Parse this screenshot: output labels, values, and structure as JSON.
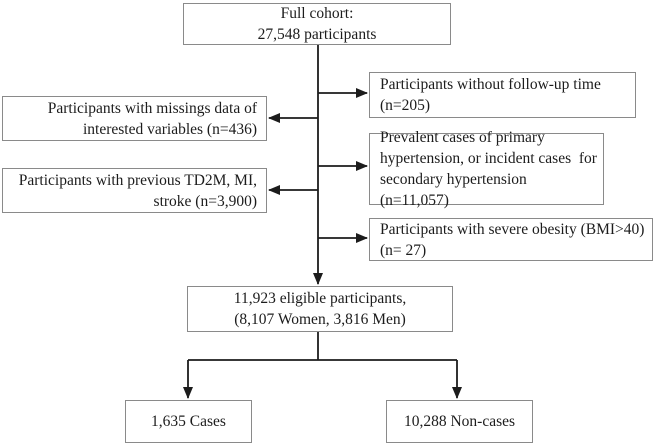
{
  "diagram": {
    "kind": "participant-flow-diagram",
    "colors": {
      "background": "#ffffff",
      "box_border": "#8a8a8a",
      "line": "#1c1c1c",
      "text": "#1c1c1c"
    },
    "nodes": {
      "full_cohort": {
        "lines": [
          "Full cohort:",
          "27,548 participants"
        ]
      },
      "no_followup": {
        "lines": [
          "Participants without follow-up time",
          "(n=205)"
        ]
      },
      "missing_data": {
        "lines": [
          "Participants with missings data of",
          "interested variables (n=436)"
        ]
      },
      "hypertension": {
        "lines": [
          "Prevalent cases of primary",
          "hypertension, or incident cases  for",
          "secondary hypertension (n=11,057)"
        ]
      },
      "previous_disease": {
        "lines": [
          "Participants with previous TD2M, MI,",
          "stroke (n=3,900)"
        ]
      },
      "severe_obesity": {
        "lines": [
          "Participants with severe obesity (BMI>40)",
          "(n= 27)"
        ]
      },
      "eligible": {
        "lines": [
          "11,923 eligible participants,",
          "(8,107 Women, 3,816 Men)"
        ]
      },
      "cases": {
        "lines": [
          "1,635 Cases"
        ]
      },
      "non_cases": {
        "lines": [
          "10,288 Non-cases"
        ]
      }
    }
  }
}
